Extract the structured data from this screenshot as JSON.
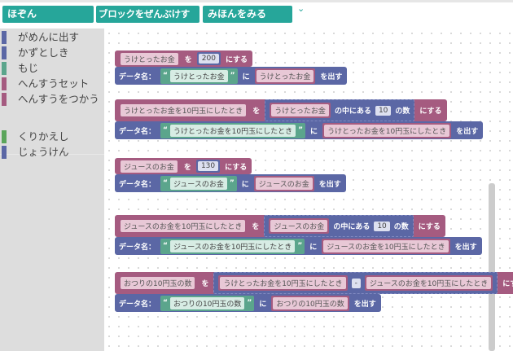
{
  "toolbar": {
    "save": "ほぞん",
    "clear": "ブロックをぜんぶけす",
    "example": "みほんをみる",
    "chevron": "chevron-down-icon"
  },
  "sidebar": {
    "items": [
      {
        "label": "がめんに出す",
        "color": "#5b67a5"
      },
      {
        "label": "かずとしき",
        "color": "#5b67a5"
      },
      {
        "label": "もじ",
        "color": "#5ba58c"
      },
      {
        "label": "へんすうセット",
        "color": "#a55b80"
      },
      {
        "label": "へんすうをつかう",
        "color": "#a55b80"
      },
      {
        "label": "くりかえし",
        "color": "#5ba55b"
      },
      {
        "label": "じょうけん",
        "color": "#5b67a5"
      }
    ]
  },
  "common": {
    "wo": "を",
    "nisuru": "にする",
    "dataname": "データ名：",
    "ni": "に",
    "wodasu": "を出す",
    "open_q": "“",
    "close_q": "”",
    "nakaniaru": "の中にある",
    "nokazu": "の数",
    "minus": "-"
  },
  "blocks": [
    {
      "var": "うけとったお金",
      "value": "200"
    },
    {
      "var": "うけとったお金を10円玉にしたとき",
      "source": "うけとったお金",
      "unit": "10"
    },
    {
      "var": "ジュースのお金",
      "value": "130"
    },
    {
      "var": "ジュースのお金を10円玉にしたとき",
      "source": "ジュースのお金",
      "unit": "10"
    },
    {
      "var": "おつりの10円玉の数",
      "left": "うけとったお金を10円玉にしたとき",
      "right": "ジュースのお金を10円玉にしたとき"
    }
  ],
  "colors": {
    "accent": "#26a69a",
    "variable": "#a55b80",
    "output": "#5b67a5",
    "text": "#5ba58c"
  }
}
